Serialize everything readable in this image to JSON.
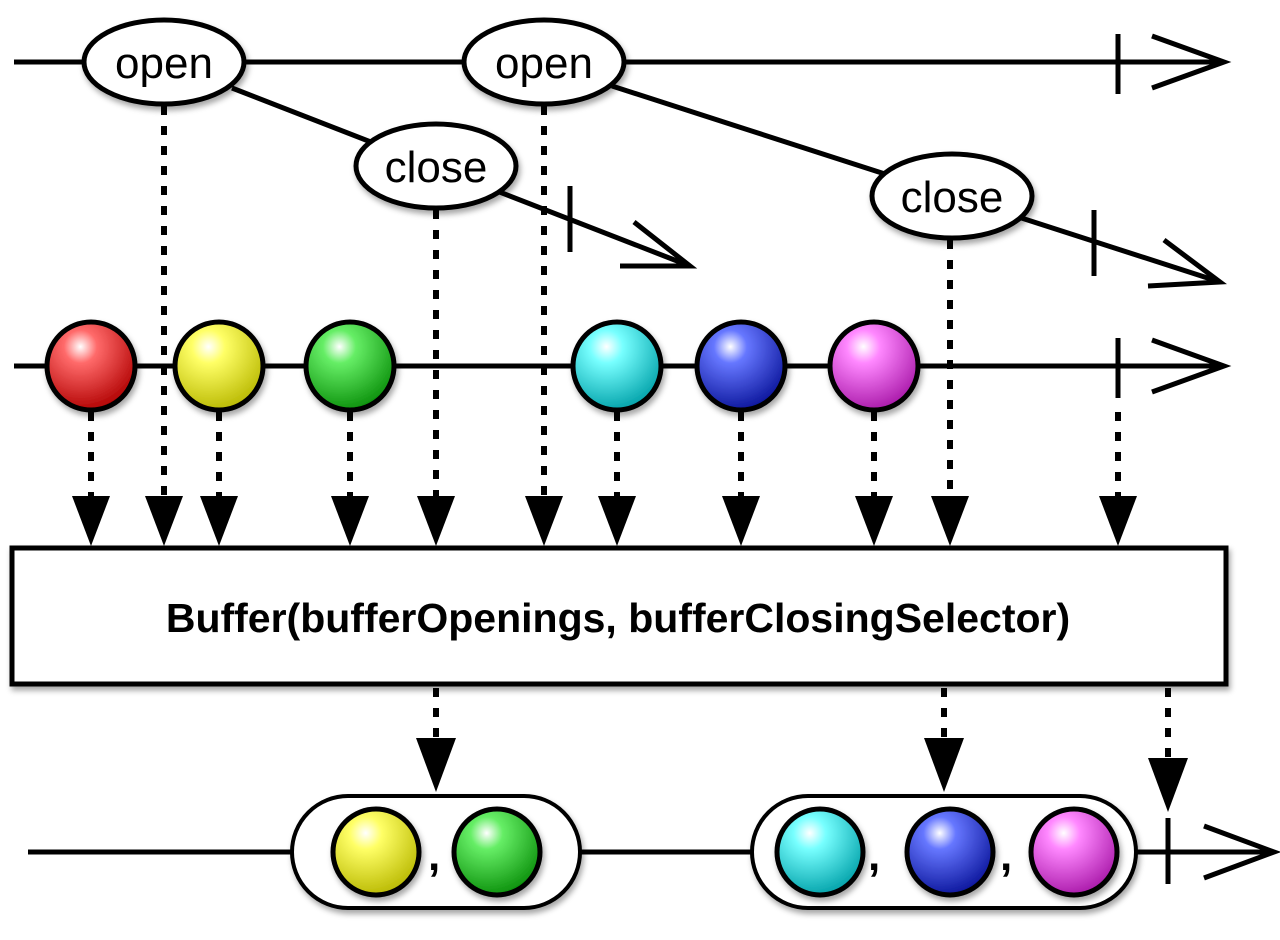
{
  "operator": {
    "label": "Buffer(bufferOpenings, bufferClosingSelector)"
  },
  "openings": [
    {
      "label": "open"
    },
    {
      "label": "open"
    }
  ],
  "closings": [
    {
      "label": "close"
    },
    {
      "label": "close"
    }
  ],
  "source_marbles": [
    {
      "color": "red",
      "fill": "#ee1111"
    },
    {
      "color": "yellow",
      "fill": "#f2f200"
    },
    {
      "color": "green",
      "fill": "#22cc22"
    },
    {
      "color": "cyan",
      "fill": "#11e0e0"
    },
    {
      "color": "blue",
      "fill": "#2233dd"
    },
    {
      "color": "magenta",
      "fill": "#ee44ee"
    }
  ],
  "output_buffers": [
    {
      "items": [
        "yellow",
        "green"
      ],
      "separator": ","
    },
    {
      "items": [
        "cyan",
        "blue",
        "magenta"
      ],
      "separator": ","
    }
  ],
  "colors": {
    "stroke": "#000000",
    "background": "#ffffff",
    "yellow": "#f2f200",
    "green": "#22cc22",
    "cyan": "#11e0e0",
    "blue": "#2233dd",
    "magenta": "#ee44ee",
    "red": "#ee1111"
  }
}
